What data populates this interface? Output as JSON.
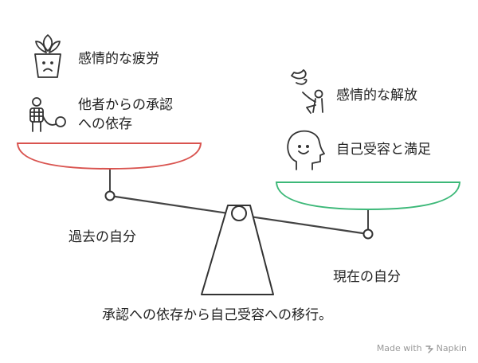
{
  "left_side": {
    "title": "過去の自分",
    "items": [
      {
        "icon": "wilted-plant-icon",
        "label": "感情的な疲労"
      },
      {
        "icon": "shackled-person-icon",
        "label": "他者からの承認\nへの依存"
      }
    ],
    "pan_color": "#d9534f"
  },
  "right_side": {
    "title": "現在の自分",
    "items": [
      {
        "icon": "bird-release-icon",
        "label": "感情的な解放"
      },
      {
        "icon": "smiling-head-icon",
        "label": "自己受容と満足"
      }
    ],
    "pan_color": "#3cb878"
  },
  "caption": "承認への依存から自己受容への移行。",
  "branding": "Made with",
  "branding_brand": "Napkin"
}
